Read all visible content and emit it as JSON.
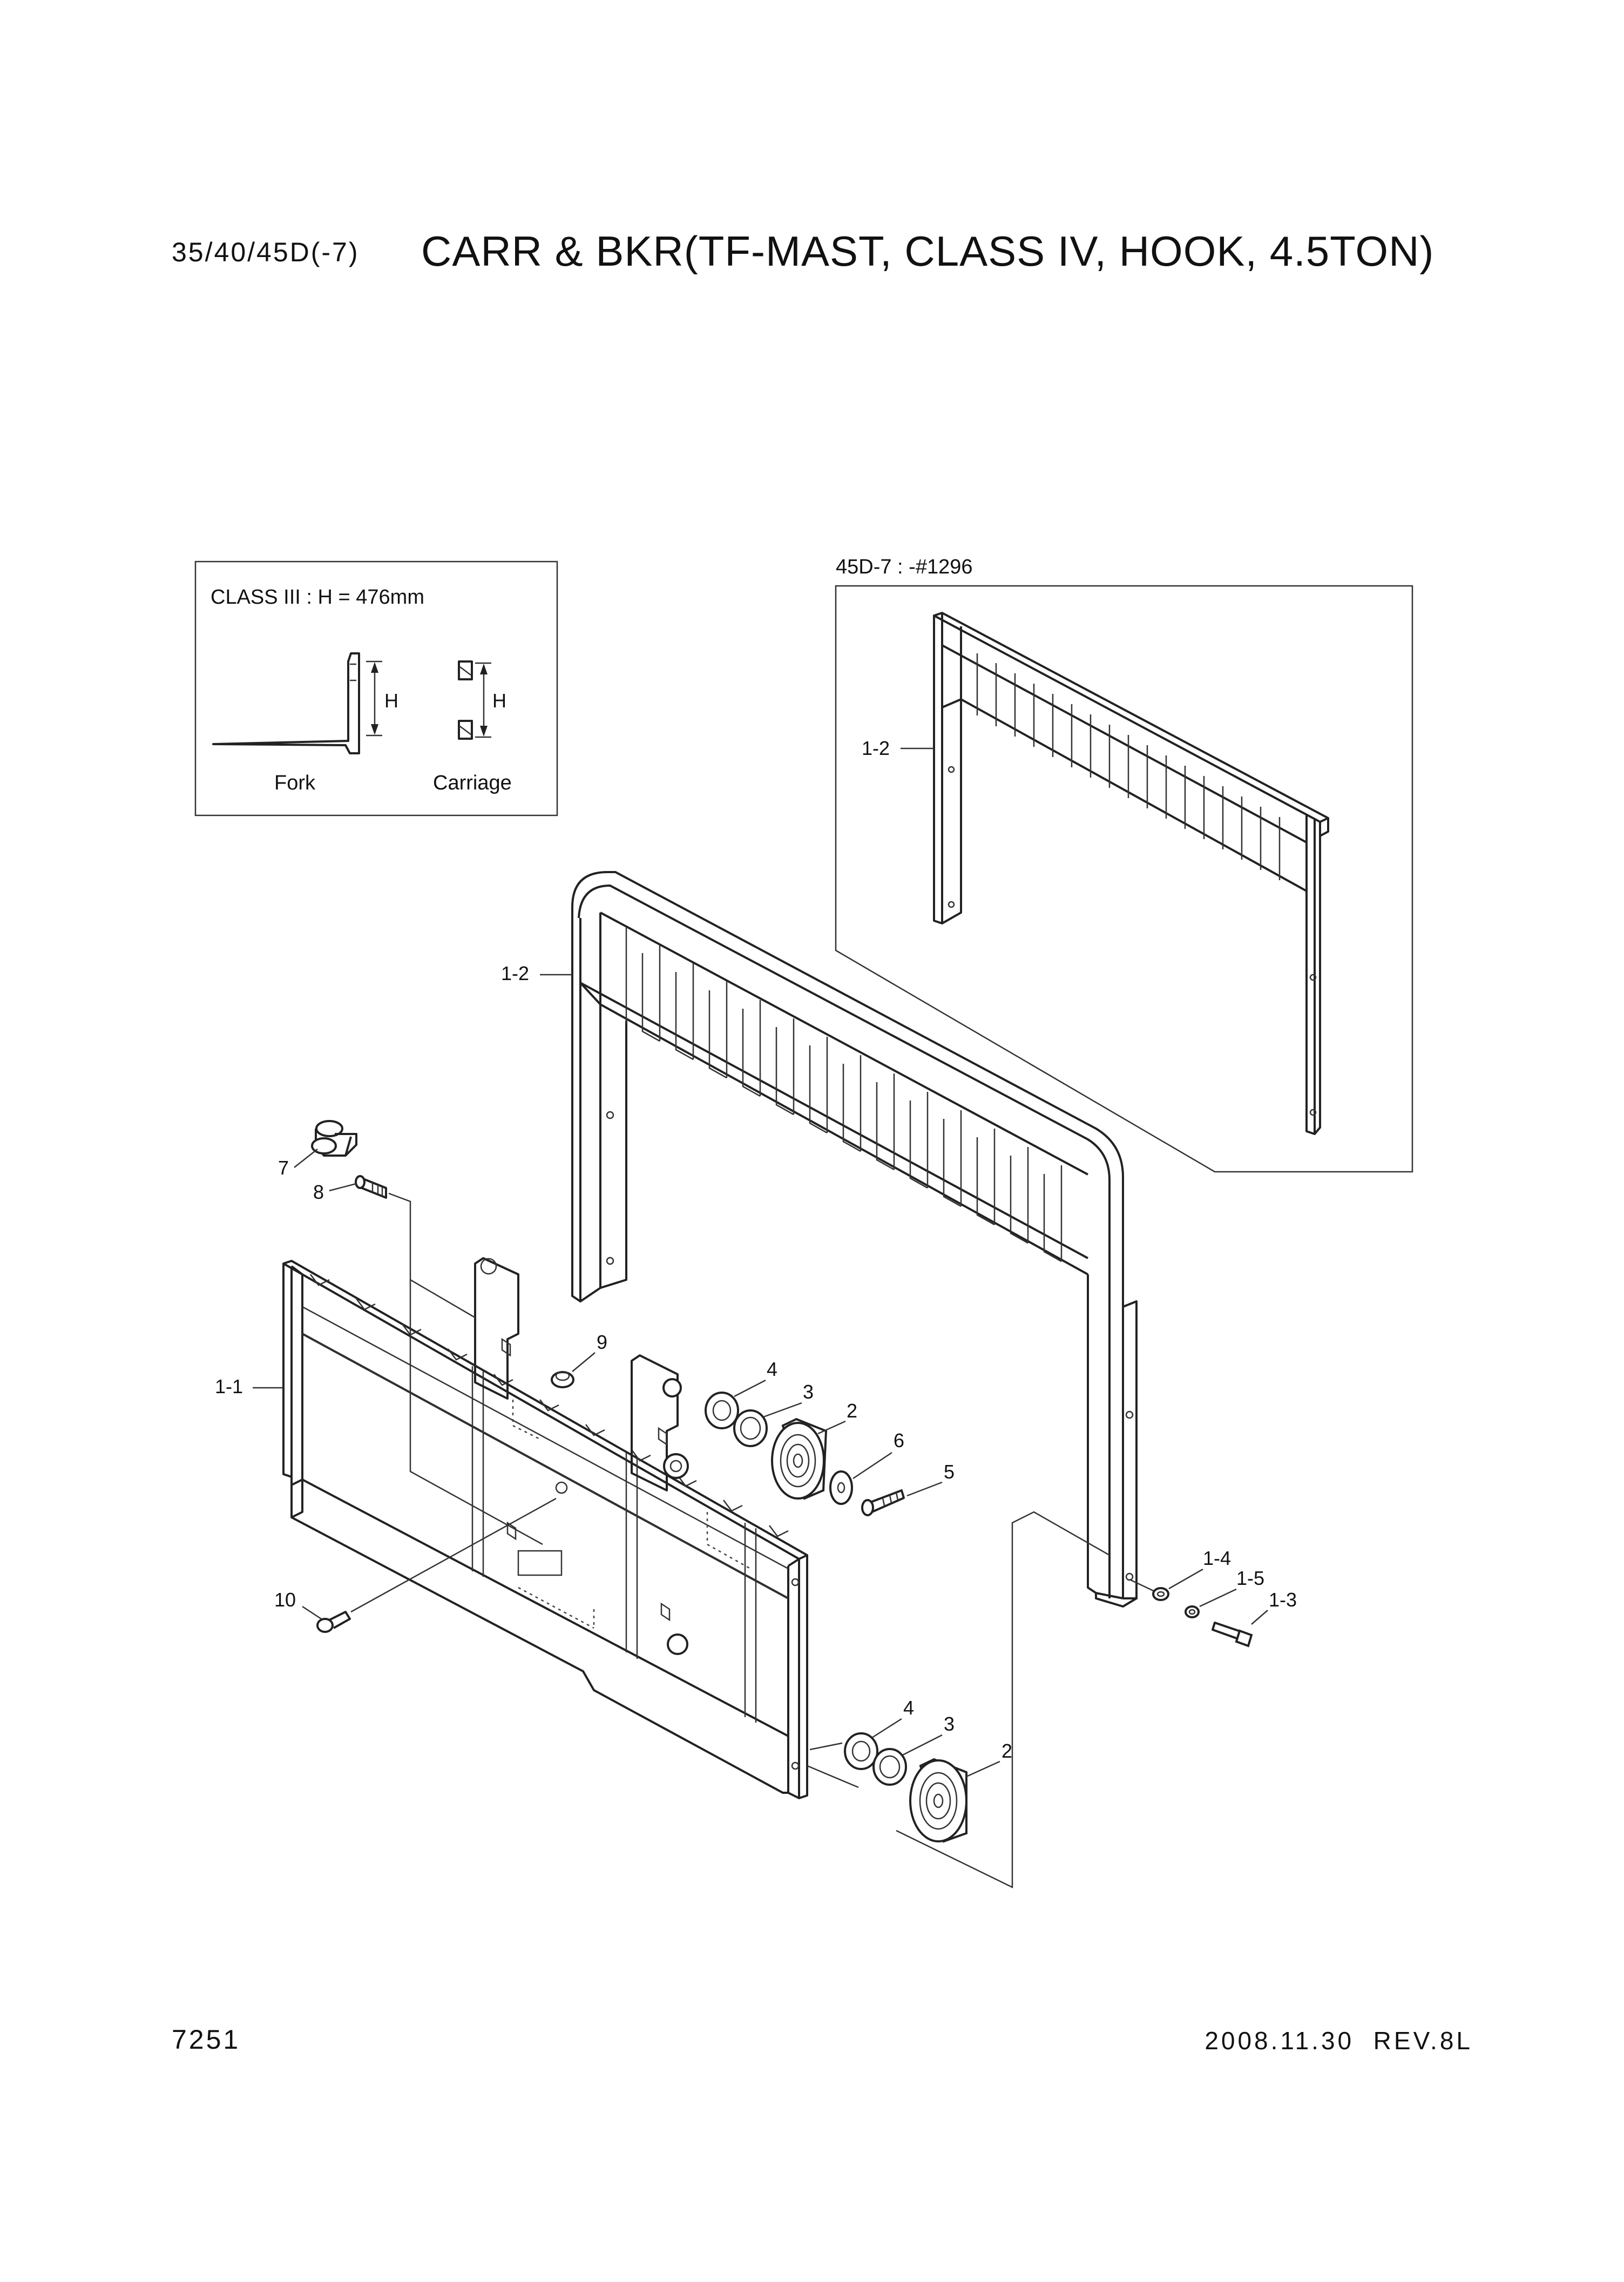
{
  "header": {
    "model": "35/40/45D(-7)",
    "title": "CARR & BKR(TF-MAST, CLASS IV, HOOK, 4.5TON)"
  },
  "inset_class": {
    "caption": "CLASS III : H = 476mm",
    "fork_label": "Fork",
    "carriage_label": "Carriage",
    "h_label": "H"
  },
  "inset_variant": {
    "caption": "45D-7 : -#1296",
    "callout": "1-2"
  },
  "callouts": {
    "c_1_2": "1-2",
    "c_1_1": "1-1",
    "c_7": "7",
    "c_8": "8",
    "c_9": "9",
    "c_10": "10",
    "c_4a": "4",
    "c_3a": "3",
    "c_2a": "2",
    "c_6": "6",
    "c_5": "5",
    "c_1_4": "1-4",
    "c_1_5": "1-5",
    "c_1_3": "1-3",
    "c_4b": "4",
    "c_3b": "3",
    "c_2b": "2"
  },
  "footer": {
    "page": "7251",
    "revision": "2008.11.30  REV.8L"
  }
}
